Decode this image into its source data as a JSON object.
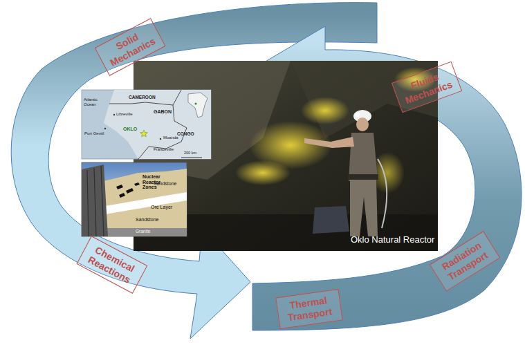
{
  "diagram": {
    "nodes": [
      {
        "text": [
          "Solid Mechanics"
        ]
      },
      {
        "text": [
          "Fluids Mechanics"
        ]
      },
      {
        "text": [
          "Chemical Reactions"
        ]
      },
      {
        "text": [
          "Thermal Transport"
        ]
      },
      {
        "text": [
          "Radiation Transport"
        ]
      }
    ],
    "labels": [
      "CAMEROON",
      "GABON",
      "Atlantic Ocean",
      "Libreville",
      "Port Gentil",
      "OKLO",
      "CONGO",
      "Moanda",
      "Franceville",
      "200 km",
      "Nuclear Reactor Zones",
      "Sandstone",
      "Ore Layer",
      "Sandstone",
      "Granite",
      "Oklo Natural Reactor"
    ]
  }
}
